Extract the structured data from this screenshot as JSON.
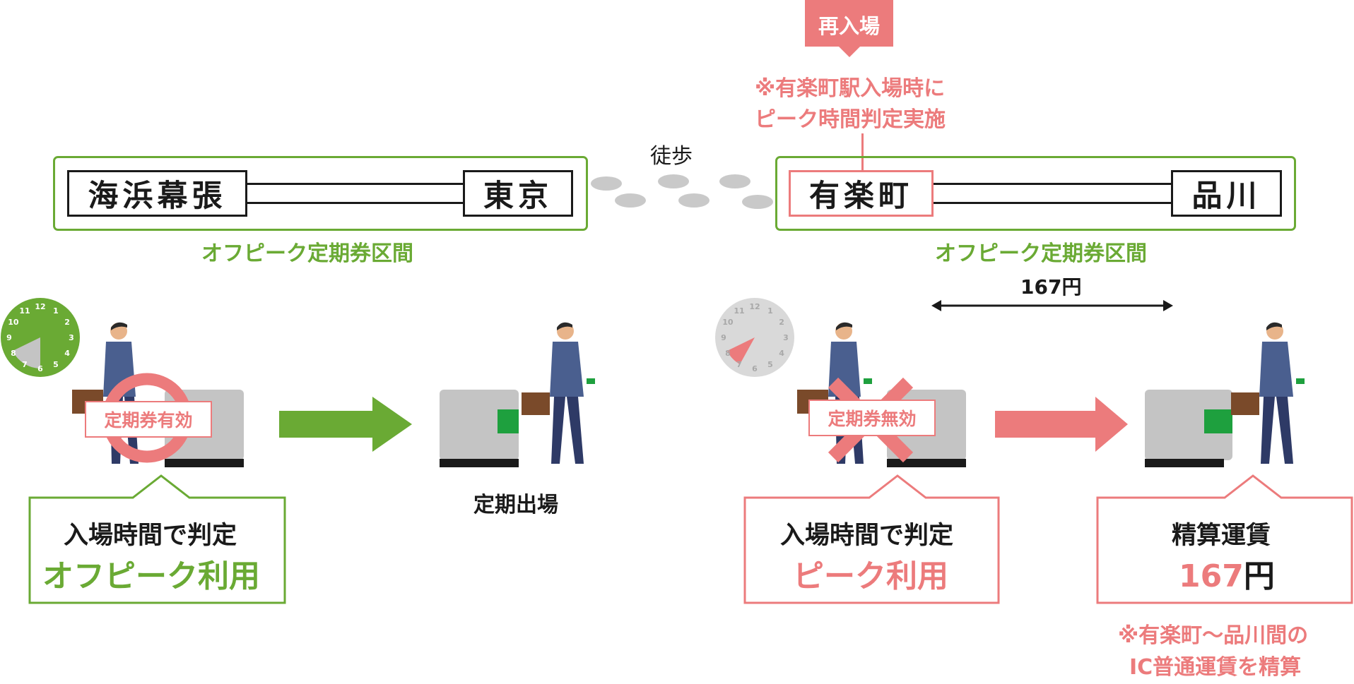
{
  "left_route": {
    "station_from": "海浜幕張",
    "station_to": "東京",
    "section_label": "オフピーク定期券区間"
  },
  "walk_label": "徒歩",
  "right_route": {
    "reentry_tag": "再入場",
    "note_line1": "※有楽町駅入場時に",
    "note_line2": "ピーク時間判定実施",
    "station_from": "有楽町",
    "station_to": "品川",
    "section_label": "オフピーク定期券区間",
    "fare_span": "167円"
  },
  "left_scene": {
    "ticket_status": "定期券有効",
    "exit_label": "定期出場",
    "callout_line1": "入場時間で判定",
    "callout_line2": "オフピーク利用",
    "clock_numbers": [
      "12",
      "1",
      "2",
      "3",
      "4",
      "5",
      "6",
      "7",
      "8",
      "9",
      "10",
      "11"
    ]
  },
  "right_scene": {
    "ticket_status": "定期券無効",
    "callout_line1": "入場時間で判定",
    "callout_line2": "ピーク利用",
    "fare_title": "精算運賃",
    "fare_amount": "167",
    "fare_unit": "円",
    "fare_note_line1": "※有楽町～品川間の",
    "fare_note_line2": "IC普通運賃を精算",
    "clock_numbers": [
      "12",
      "1",
      "2",
      "3",
      "4",
      "5",
      "6",
      "7",
      "8",
      "9",
      "10",
      "11"
    ]
  },
  "colors": {
    "green": "#6aaa34",
    "pink": "#ec7b7c",
    "gate_gray": "#c4c4c4",
    "suit_blue": "#4a5f8f",
    "dark": "#1a1a1a"
  }
}
